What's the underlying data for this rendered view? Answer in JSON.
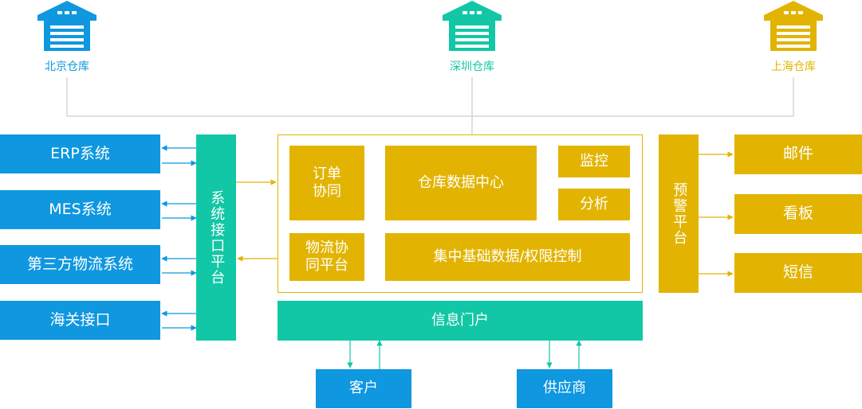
{
  "colors": {
    "blue": "#0f97e0",
    "teal": "#11c7a6",
    "gold": "#e2b401",
    "line": "#cccccc"
  },
  "warehouses": [
    {
      "label": "北京仓库",
      "icon": "warehouse-icon",
      "color": "#0f97e0"
    },
    {
      "label": "深圳仓库",
      "icon": "warehouse-icon",
      "color": "#11c7a6"
    },
    {
      "label": "上海仓库",
      "icon": "warehouse-icon",
      "color": "#e2b401"
    }
  ],
  "left_systems": [
    "ERP系统",
    "MES系统",
    "第三方物流系统",
    "海关接口"
  ],
  "interface_platform": "系统接口平台",
  "center": {
    "order": "订单\n协同",
    "data_center": "仓库数据中心",
    "monitor": "监控",
    "analysis": "分析",
    "logistics": "物流协\n同平台",
    "base_data": "集中基础数据/权限控制"
  },
  "portal": "信息门户",
  "bottom": [
    "客户",
    "供应商"
  ],
  "alert_platform": "预警平台",
  "right_outputs": [
    "邮件",
    "看板",
    "短信"
  ]
}
